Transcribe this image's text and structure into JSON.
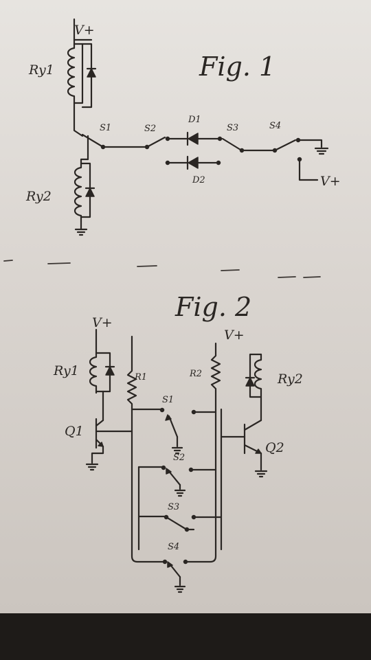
{
  "fig1": {
    "title": "Fig. 1",
    "supply_top": "V+",
    "supply_right": "V+",
    "relay_top": "Ry1",
    "relay_bottom": "Ry2",
    "switches": [
      "S1",
      "S2",
      "S3",
      "S4"
    ],
    "diode_top": "D1",
    "diode_bottom": "D2"
  },
  "fig2": {
    "title": "Fig. 2",
    "supply_left": "V+",
    "supply_right": "V+",
    "relay_left": "Ry1",
    "relay_right": "Ry2",
    "resistor_left": "R1",
    "resistor_right": "R2",
    "transistor_left": "Q1",
    "transistor_right": "Q2",
    "switches": [
      "S1",
      "S2",
      "S3",
      "S4"
    ]
  },
  "colors": {
    "paper": "#dcd7d2",
    "ink": "#2a2623",
    "background": "#1e1b18"
  }
}
